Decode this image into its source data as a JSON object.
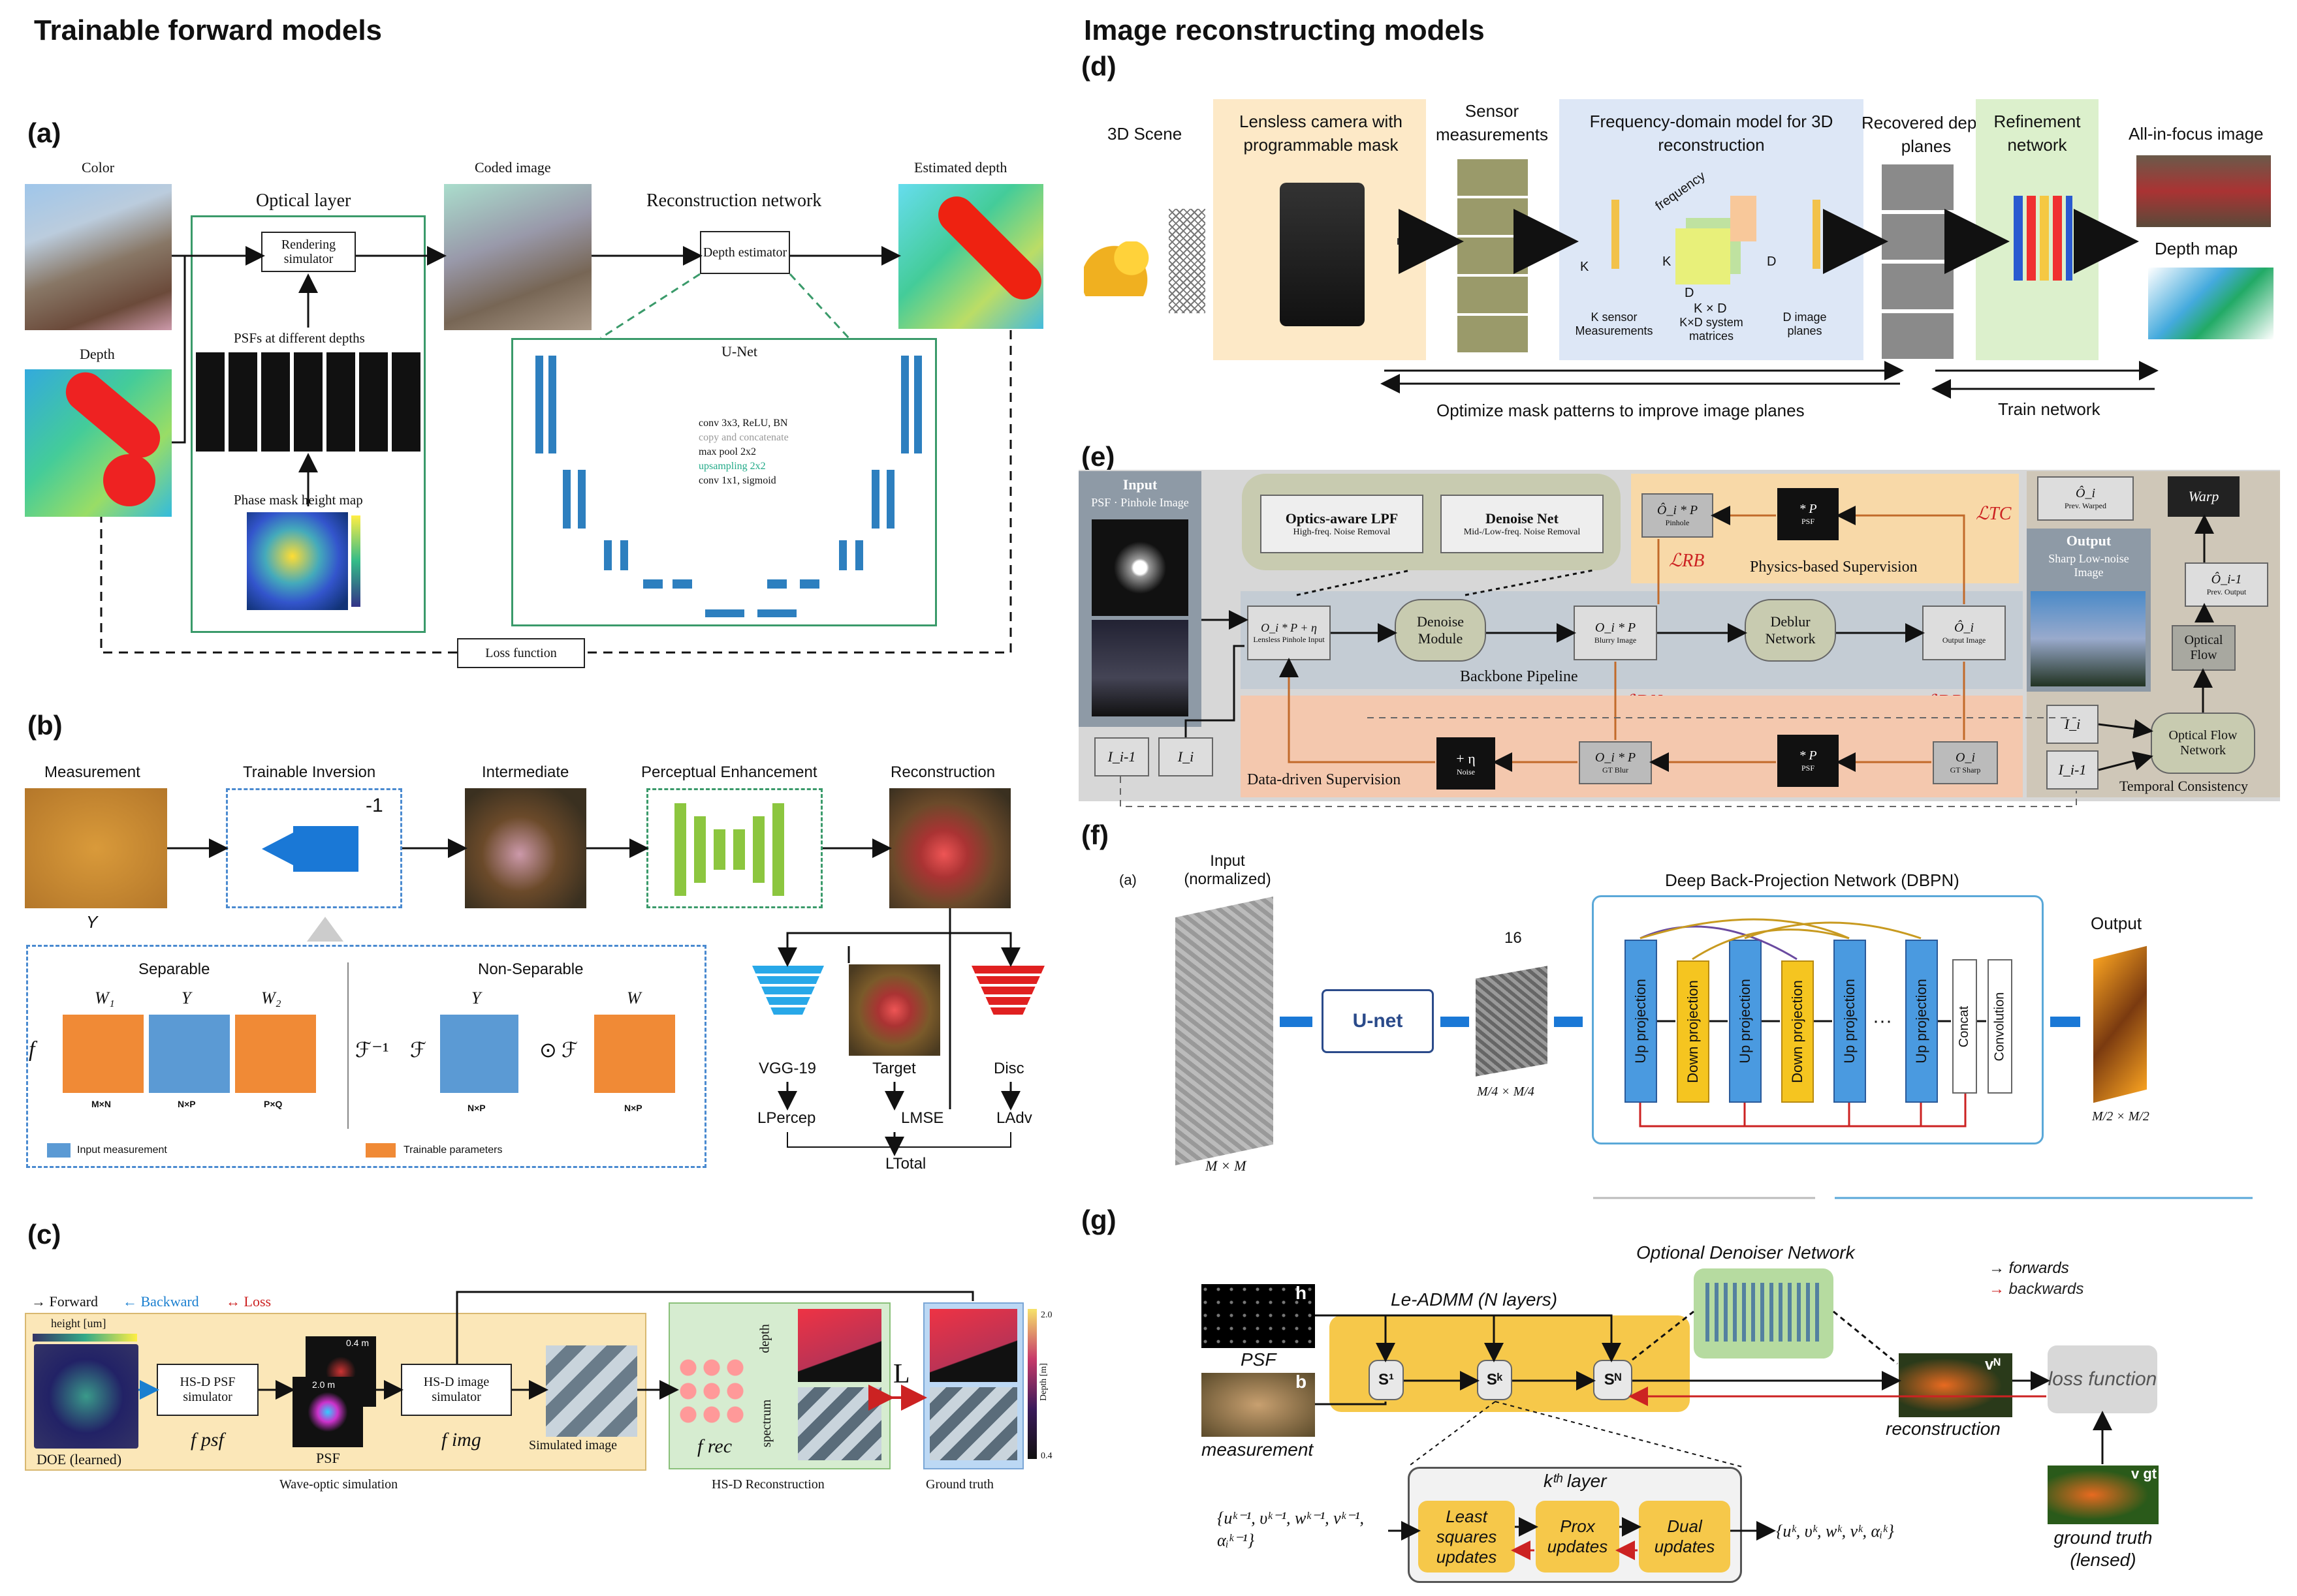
{
  "left_title": "Trainable forward models",
  "right_title": "Image reconstructing models",
  "a": {
    "label": "(a)",
    "color": "Color",
    "depth": "Depth",
    "optical_layer": "Optical layer",
    "rendering_simulator": "Rendering simulator",
    "psfs": "PSFs at different depths",
    "phase_mask": "Phase mask height map",
    "coded_image": "Coded image",
    "reconstruction_network": "Reconstruction network",
    "depth_estimator": "Depth estimator",
    "estimated_depth": "Estimated depth",
    "unet": "U-Net",
    "legend": [
      "conv 3x3, ReLU, BN",
      "copy and concatenate",
      "max pool 2x2",
      "upsampling 2x2",
      "conv 1x1, sigmoid"
    ],
    "loss": "Loss function"
  },
  "b": {
    "label": "(b)",
    "measurement": "Measurement",
    "y": "Y",
    "trainable_inversion": "Trainable Inversion",
    "inv": "-1",
    "intermediate": "Intermediate",
    "perceptual": "Perceptual Enhancement",
    "reconstruction": "Reconstruction",
    "separable": "Separable",
    "non_separable": "Non-Separable",
    "w1": "W₁",
    "yy": "Y",
    "w2": "W₂",
    "w": "W",
    "mxn": "M×N",
    "nxp": "N×P",
    "pxq": "P×Q",
    "f": "f",
    "finv": "ℱ⁻¹",
    "fcal": "ℱ",
    "odot": "⊙",
    "input_measurement": "Input measurement",
    "trainable_params": "Trainable parameters",
    "vgg": "VGG-19",
    "target": "Target",
    "disc": "Disc",
    "lpercep": "LPercep",
    "lmse": "LMSE",
    "ladv": "LAdv",
    "ltotal": "LTotal"
  },
  "c": {
    "label": "(c)",
    "forward": "Forward",
    "backward": "Backward",
    "loss": "Loss",
    "height": "height [um]",
    "doe": "DOE (learned)",
    "hsd_psf": "HS-D PSF simulator",
    "fpsf": "f psf",
    "psf": "PSF",
    "hsd_image": "HS-D image simulator",
    "fimg": "f img",
    "simulated": "Simulated image",
    "wave_optic": "Wave-optic simulation",
    "depth": "depth",
    "spectrum": "spectrum",
    "frec": "f rec",
    "hsd_recon": "HS-D Reconstruction",
    "L": "L",
    "ground_truth": "Ground truth",
    "depth_m": "Depth [m]",
    "d1": "2.0",
    "d2": "0.4",
    "psf_d1": "0.4 m",
    "psf_d2": "2.0 m"
  },
  "d": {
    "label": "(d)",
    "scene": "3D Scene",
    "lensless": "Lensless camera with programmable mask",
    "sensor": "Sensor measurements",
    "freq_model": "Frequency-domain model for 3D reconstruction",
    "frequency": "frequency",
    "k": "K",
    "d": "D",
    "kxd": "K × D",
    "k_sensor": "K sensor Measurements",
    "kxd_system": "K×D system matrices",
    "d_image": "D image planes",
    "recovered": "Recovered depth planes",
    "refinement": "Refinement network",
    "allfocus": "All-in-focus image",
    "depth_map": "Depth map",
    "optimize": "Optimize mask patterns to improve image planes",
    "train": "Train network"
  },
  "e": {
    "label": "(e)",
    "input": "Input",
    "input_sub": "PSF · Pinhole Image",
    "optics_lpf": "Optics-aware LPF",
    "optics_lpf_sub": "High-freq. Noise Removal",
    "denoise_net": "Denoise Net",
    "denoise_net_sub": "Mid-/Low-freq. Noise Removal",
    "physics": "Physics-based Supervision",
    "lrb": "ℒRB",
    "ltc": "ℒTC",
    "ldn": "ℒDN",
    "ldb": "ℒDB",
    "oi_p": "Ô_i * P",
    "pinhole": "Pinhole",
    "p_psf": "* P",
    "psf": "PSF",
    "lensless_input": "O_i * P + η",
    "lensless_sub": "Lensless Pinhole Input",
    "denoise_module": "Denoise Module",
    "blurry": "O_i * P",
    "blurry_sub": "Blurry Image",
    "deblur": "Deblur Network",
    "output_image": "Ô_i",
    "output_sub": "Output Image",
    "backbone": "Backbone Pipeline",
    "prev_warped": "Ô_i",
    "prev_warped_sub": "Prev. Warped",
    "warp": "Warp",
    "output": "Output",
    "output_desc": "Sharp Low-noise Image",
    "prev_output": "Ô_i-1",
    "prev_output_sub": "Prev. Output",
    "optical_flow": "Optical Flow",
    "ofn": "Optical Flow Network",
    "ii": "I_i",
    "ii1": "I_i-1",
    "temporal": "Temporal Consistency",
    "data_driven": "Data-driven Supervision",
    "noise": "+ η",
    "noise_sub": "Noise",
    "gt_blur": "O_i * P",
    "gt_blur_sub": "GT Blur",
    "gt_sharp": "O_i",
    "gt_sharp_sub": "GT Sharp"
  },
  "f": {
    "label": "(f)",
    "a": "(a)",
    "input": "Input (normalized)",
    "mxm": "M × M",
    "unet": "U-net",
    "n16": "16",
    "m4": "M/4 × M/4",
    "dbpn": "Deep Back-Projection Network (DBPN)",
    "blocks": [
      "Up projection",
      "Down projection",
      "Up projection",
      "Down projection",
      "Up projection",
      "Up projection"
    ],
    "concat": "Concat",
    "conv": "Convolution",
    "dots": "···",
    "output": "Output",
    "m2": "M/2 × M/2"
  },
  "g": {
    "label": "(g)",
    "denoiser": "Optional Denoiser Network",
    "forwards": "forwards",
    "backwards": "backwards",
    "leadmm": "Le-ADMM (N layers)",
    "psf": "PSF",
    "measurement": "measurement",
    "h": "h",
    "b": "b",
    "s1": "S¹",
    "sk": "Sᵏ",
    "sn": "Sᴺ",
    "reconstruction": "reconstruction",
    "vn": "vᴺ",
    "loss": "loss function",
    "kth": "kᵗʰ layer",
    "least": "Least squares updates",
    "prox": "Prox updates",
    "dual": "Dual updates",
    "in_vars": "{uᵏ⁻¹, υᵏ⁻¹, wᵏ⁻¹, vᵏ⁻¹, αᵢᵏ⁻¹}",
    "out_vars": "{uᵏ, υᵏ, wᵏ, vᵏ, αᵢᵏ}",
    "gt": "ground truth (lensed)",
    "vgt": "v gt"
  }
}
